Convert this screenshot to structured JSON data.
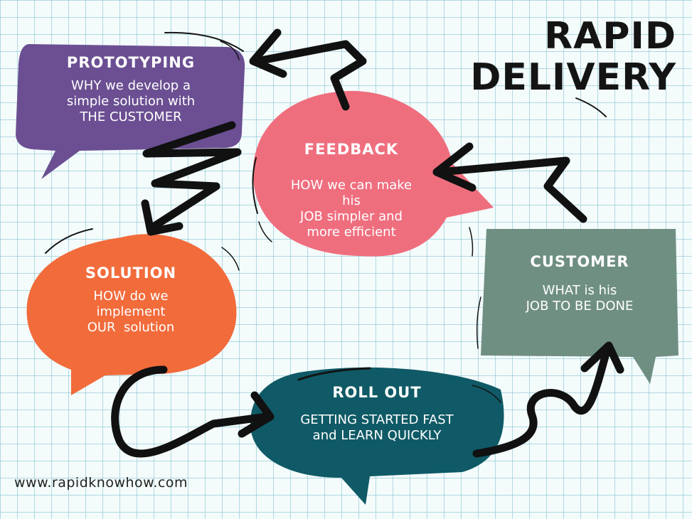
{
  "title": {
    "line1": "RAPID",
    "line2": "DELIVERY"
  },
  "nodes": {
    "prototyping": {
      "heading": "PROTOTYPING",
      "lines": [
        "WHY we develop a",
        "simple solution with",
        "THE CUSTOMER"
      ],
      "color": "#6b4f92"
    },
    "feedback": {
      "heading": "FEEDBACK",
      "lines": [
        "HOW we can make",
        "his",
        "JOB simpler and",
        "more efficient"
      ],
      "color": "#ef6e7e"
    },
    "solution": {
      "heading": "SOLUTION",
      "lines": [
        "HOW do we",
        "implement",
        "OUR  solution"
      ],
      "color": "#f26b3b"
    },
    "customer": {
      "heading": "CUSTOMER",
      "lines": [
        "WHAT is his",
        "JOB TO BE DONE"
      ],
      "color": "#6f8f82"
    },
    "rollout": {
      "heading": "ROLL OUT",
      "lines": [
        "GETTING STARTED FAST",
        "and LEARN QUICKLY"
      ],
      "color": "#0f5a66"
    }
  },
  "footer": {
    "url": "www.rapidknowhow.com"
  }
}
